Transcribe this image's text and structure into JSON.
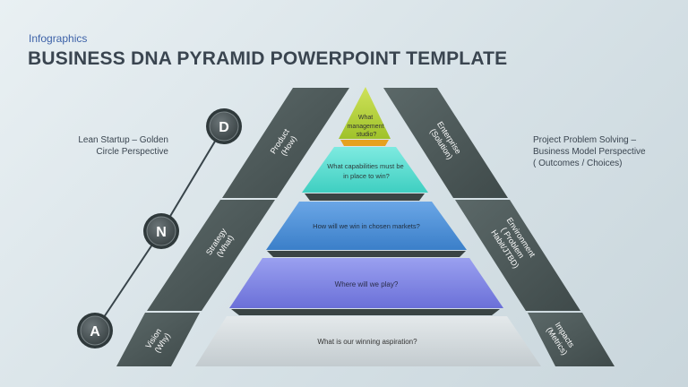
{
  "header": {
    "subtitle": "Infographics",
    "title": "BUSINESS DNA PYRAMID POWERPOINT TEMPLATE"
  },
  "left_note": "Lean Startup – Golden Circle Perspective",
  "right_note": {
    "line1": "Project Problem Solving –",
    "line2": "Business Model Perspective",
    "line3": "( Outcomes / Choices)"
  },
  "dna_markers": [
    "D",
    "N",
    "A"
  ],
  "left_bands": {
    "product": [
      "Product",
      "(How)"
    ],
    "strategy": [
      "Strategy",
      "(What)"
    ],
    "vision": [
      "Vision",
      "(Why)"
    ]
  },
  "right_bands": {
    "enterprise": [
      "Enterprise",
      "(Solution)"
    ],
    "environment": [
      "Environment",
      "( Problem",
      "Habit/JTBD)"
    ],
    "impacts": [
      "Impacts",
      "(Metrics)"
    ]
  },
  "pyramid_levels": {
    "level1": [
      "What",
      "management",
      "studio?"
    ],
    "level2": [
      "What capabilities must be",
      "in place to win?"
    ],
    "level3": "How will we win in chosen markets?",
    "level4": "Where will we play?",
    "level5": "What is our winning aspiration?"
  },
  "colors": {
    "level1": "#b5d334",
    "level2": "#5ee0d3",
    "level3": "#4f90d8",
    "level4": "#7f86e6",
    "level5": "#d4dadd",
    "band": "#4b5757",
    "marker": "#4c5558"
  }
}
